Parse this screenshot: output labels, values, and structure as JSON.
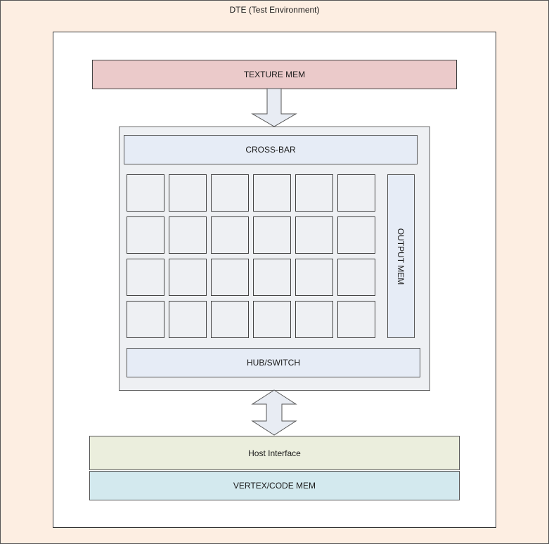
{
  "title": "DTE (Test Environment)",
  "blocks": {
    "texture_mem": "TEXTURE MEM",
    "cross_bar": "CROSS-BAR",
    "output_mem": "OUTPUT MEM",
    "hub_switch": "HUB/SWITCH",
    "host_interface": "Host Interface",
    "vertex_code_mem": "VERTEX/CODE MEM"
  },
  "grid": {
    "rows": 4,
    "cols": 6
  },
  "colors": {
    "outer_bg": "#fdeee2",
    "texture": "#ebcaca",
    "crossbar": "#e6ecf6",
    "host": "#ebeedd",
    "vertex": "#d3e9ee",
    "arrow": "#e8ecf3"
  }
}
